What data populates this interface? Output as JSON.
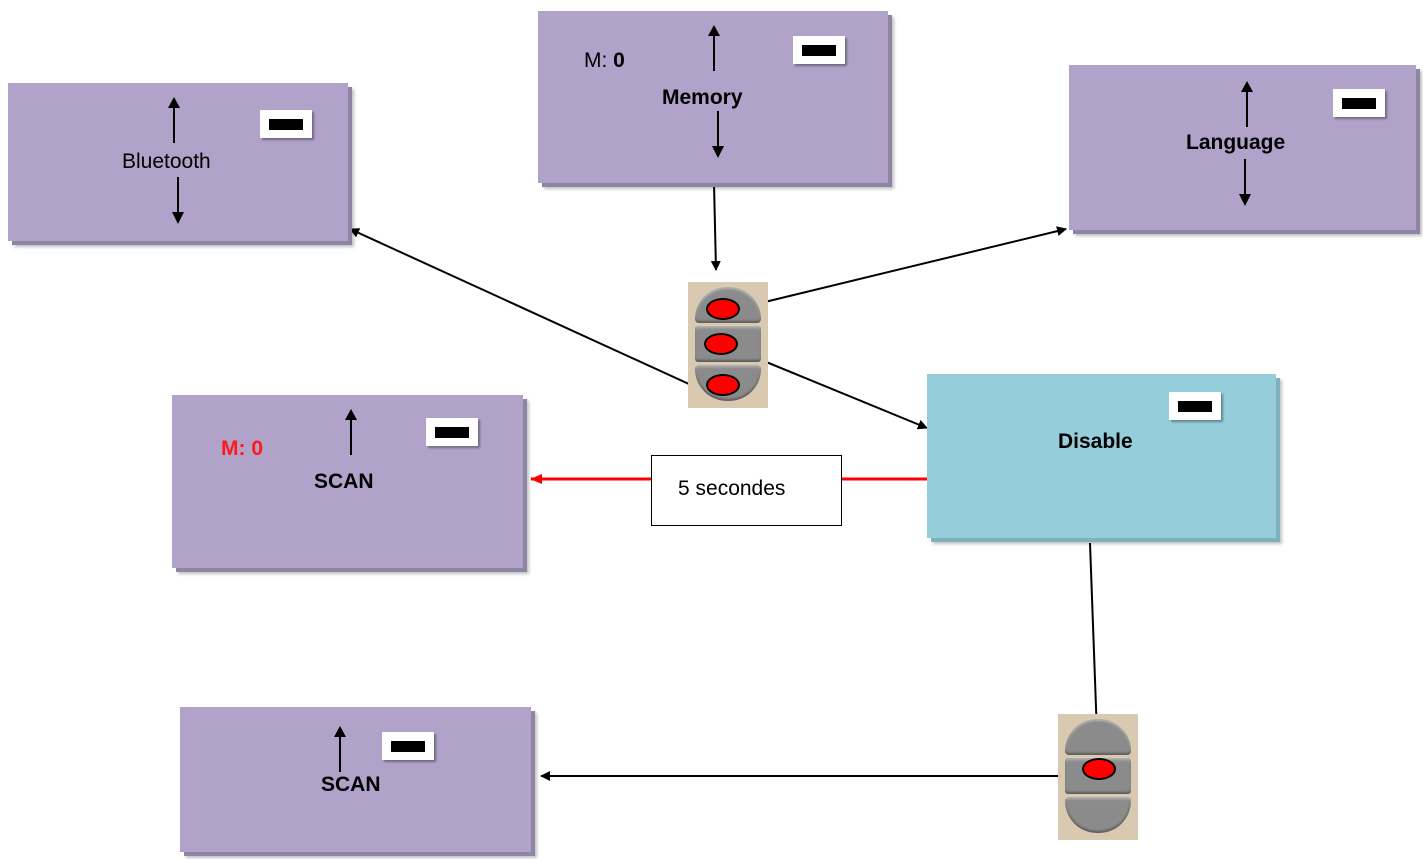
{
  "boxes": {
    "bluetooth": {
      "label": "Bluetooth"
    },
    "memory": {
      "m_prefix": "M: ",
      "m_value": "0",
      "label": "Memory"
    },
    "language": {
      "label": "Language"
    },
    "scan_top": {
      "m_label": "M: 0",
      "label": "SCAN"
    },
    "disable": {
      "label": "Disable"
    },
    "scan_bottom": {
      "label": "SCAN"
    }
  },
  "timer_label": "5 secondes",
  "colors": {
    "box_purple": "#b0a2c8",
    "box_teal": "#95cddb",
    "timer_arrow": "#ff0000",
    "button_highlight": "#ff0000"
  },
  "icons": [
    "battery-icon",
    "up-arrow-icon",
    "down-arrow-icon",
    "remote-control-icon"
  ]
}
